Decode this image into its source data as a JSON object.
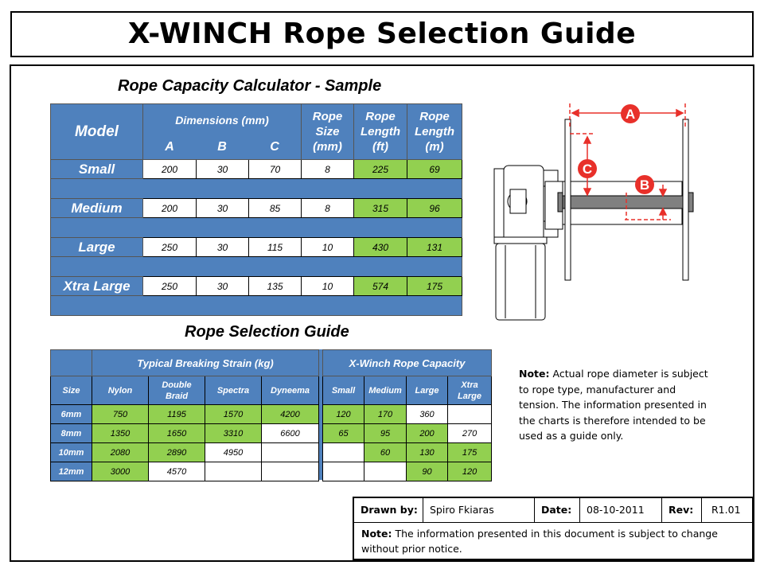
{
  "title": "X-WINCH Rope Selection Guide",
  "calculator": {
    "title": "Rope Capacity Calculator - Sample",
    "headers": {
      "model": "Model",
      "dimensions": "Dimensions (mm)",
      "a": "A",
      "b": "B",
      "c": "C",
      "rope_size": [
        "Rope",
        "Size",
        "(mm)"
      ],
      "rope_length_ft": [
        "Rope",
        "Length",
        "(ft)"
      ],
      "rope_length_m": [
        "Rope",
        "Length",
        "(m)"
      ]
    },
    "rows": [
      {
        "model": "Small",
        "a": "200",
        "b": "30",
        "c": "70",
        "size": "8",
        "ft": "225",
        "m": "69"
      },
      {
        "model": "Medium",
        "a": "200",
        "b": "30",
        "c": "85",
        "size": "8",
        "ft": "315",
        "m": "96"
      },
      {
        "model": "Large",
        "a": "250",
        "b": "30",
        "c": "115",
        "size": "10",
        "ft": "430",
        "m": "131"
      },
      {
        "model": "Xtra Large",
        "a": "250",
        "b": "30",
        "c": "135",
        "size": "10",
        "ft": "574",
        "m": "175"
      }
    ]
  },
  "selection": {
    "title": "Rope Selection Guide",
    "strain_header": "Typical Breaking Strain (kg)",
    "capacity_header": "X-Winch Rope Capacity",
    "cols": {
      "size": "Size",
      "nylon": "Nylon",
      "double_braid": [
        "Double",
        "Braid"
      ],
      "spectra": "Spectra",
      "dyneema": "Dyneema",
      "small": "Small",
      "medium": "Medium",
      "large": "Large",
      "xtra_large": [
        "Xtra",
        "Large"
      ]
    },
    "rows": [
      {
        "size": "6mm",
        "nylon": "750",
        "double_braid": "1195",
        "spectra": "1570",
        "dyneema": "4200",
        "small": "120",
        "medium": "170",
        "large": "360",
        "xtra_large": ""
      },
      {
        "size": "8mm",
        "nylon": "1350",
        "double_braid": "1650",
        "spectra": "3310",
        "dyneema": "6600",
        "small": "65",
        "medium": "95",
        "large": "200",
        "xtra_large": "270"
      },
      {
        "size": "10mm",
        "nylon": "2080",
        "double_braid": "2890",
        "spectra": "4950",
        "dyneema": "",
        "small": "",
        "medium": "60",
        "large": "130",
        "xtra_large": "175"
      },
      {
        "size": "12mm",
        "nylon": "3000",
        "double_braid": "4570",
        "spectra": "",
        "dyneema": "",
        "small": "",
        "medium": "",
        "large": "90",
        "xtra_large": "120"
      }
    ],
    "green_cells": {
      "strain": [
        [
          1,
          1,
          1,
          1
        ],
        [
          1,
          1,
          1,
          0
        ],
        [
          1,
          1,
          0,
          0
        ],
        [
          1,
          0,
          0,
          0
        ]
      ],
      "capacity": [
        [
          1,
          1,
          0,
          0
        ],
        [
          1,
          1,
          1,
          0
        ],
        [
          0,
          1,
          1,
          1
        ],
        [
          0,
          0,
          1,
          1
        ]
      ]
    }
  },
  "diagram": {
    "label_a": "A",
    "label_b": "B",
    "label_c": "C"
  },
  "note": {
    "label": "Note:",
    "text": "Actual rope diameter is subject to rope type, manufacturer and tension. The information presented in the charts is therefore intended to be used as a guide only."
  },
  "footer": {
    "drawn_by_label": "Drawn by:",
    "drawn_by": "Spiro Fkiaras",
    "date_label": "Date:",
    "date": "08-10-2011",
    "rev_label": "Rev:",
    "rev": "R1.01",
    "note_label": "Note:",
    "note_text": "The information presented in this document is subject to change without  prior notice."
  },
  "colors": {
    "header_blue": "#4f81bd",
    "green": "#92d050",
    "red": "#e8302a"
  }
}
